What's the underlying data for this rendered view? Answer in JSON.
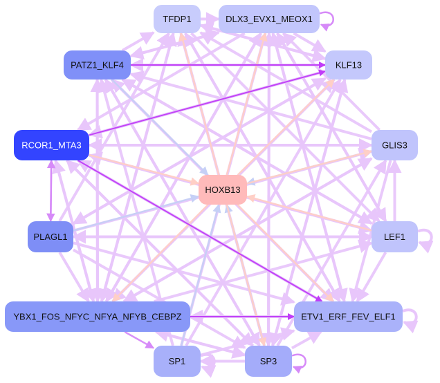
{
  "colors": {
    "light": "#e8c6fb",
    "mid": "#d68af8",
    "dark": "#c03cf8",
    "peach": "#ffcfc6",
    "blue": "#c6d0f6"
  },
  "nodes": [
    {
      "id": "TFDP1",
      "label": "TFDP1",
      "fill": "#c8ccfc"
    },
    {
      "id": "DLX3",
      "label": "DLX3_EVX1_MEOX1",
      "fill": "#c2c6fc"
    },
    {
      "id": "PATZ1",
      "label": "PATZ1_KLF4",
      "fill": "#8090f8"
    },
    {
      "id": "KLF13",
      "label": "KLF13",
      "fill": "#c4c8fc"
    },
    {
      "id": "RCOR1",
      "label": "RCOR1_MTA3",
      "fill": "#3344ff"
    },
    {
      "id": "GLIS3",
      "label": "GLIS3",
      "fill": "#c0c4fc"
    },
    {
      "id": "HOXB13",
      "label": "HOXB13",
      "fill": "#ffbaba"
    },
    {
      "id": "PLAGL1",
      "label": "PLAGL1",
      "fill": "#7e8ef6"
    },
    {
      "id": "LEF1",
      "label": "LEF1",
      "fill": "#c0c4fc"
    },
    {
      "id": "YBX1",
      "label": "YBX1_FOS_NFYC_NFYA_NFYB_CEBPZ",
      "fill": "#8898f8"
    },
    {
      "id": "ETV1",
      "label": "ETV1_ERF_FEV_ELF1",
      "fill": "#aab2fa"
    },
    {
      "id": "SP1",
      "label": "SP1",
      "fill": "#a8b0fa"
    },
    {
      "id": "SP3",
      "label": "SP3",
      "fill": "#a4acfa"
    }
  ],
  "edges": [
    [
      "PATZ1",
      "KLF13",
      "dark"
    ],
    [
      "RCOR1",
      "KLF13",
      "dark"
    ],
    [
      "RCOR1",
      "ETV1",
      "dark"
    ],
    [
      "YBX1",
      "ETV1",
      "dark"
    ],
    [
      "RCOR1",
      "PLAGL1",
      "mid"
    ],
    [
      "PLAGL1",
      "RCOR1",
      "mid"
    ],
    [
      "PATZ1",
      "TFDP1",
      "light"
    ],
    [
      "PATZ1",
      "DLX3",
      "light"
    ],
    [
      "RCOR1",
      "HOXB13",
      "peach"
    ],
    [
      "PLAGL1",
      "HOXB13",
      "blue"
    ],
    [
      "HOXB13",
      "TFDP1",
      "peach"
    ],
    [
      "HOXB13",
      "KLF13",
      "peach"
    ],
    [
      "HOXB13",
      "GLIS3",
      "peach"
    ],
    [
      "LEF1",
      "HOXB13",
      "peach"
    ],
    [
      "HOXB13",
      "ETV1",
      "peach"
    ],
    [
      "HOXB13",
      "YBX1",
      "peach"
    ],
    [
      "SP3",
      "HOXB13",
      "blue"
    ],
    [
      "SP1",
      "HOXB13",
      "blue"
    ],
    [
      "GLIS3",
      "HOXB13",
      "blue"
    ],
    [
      "PATZ1",
      "HOXB13",
      "blue"
    ],
    [
      "HOXB13",
      "DLX3",
      "peach"
    ],
    [
      "HOXB13",
      "SP3",
      "peach"
    ],
    [
      "YBX1",
      "TFDP1",
      "light"
    ],
    [
      "YBX1",
      "DLX3",
      "light"
    ],
    [
      "YBX1",
      "KLF13",
      "light"
    ],
    [
      "YBX1",
      "GLIS3",
      "light"
    ],
    [
      "YBX1",
      "LEF1",
      "light"
    ],
    [
      "YBX1",
      "PATZ1",
      "light"
    ],
    [
      "YBX1",
      "RCOR1",
      "light"
    ],
    [
      "YBX1",
      "SP1",
      "mid"
    ],
    [
      "YBX1",
      "SP3",
      "light"
    ],
    [
      "SP3",
      "YBX1",
      "light"
    ],
    [
      "SP3",
      "ETV1",
      "light"
    ],
    [
      "SP3",
      "SP1",
      "light"
    ],
    [
      "SP3",
      "DLX3",
      "light"
    ],
    [
      "SP3",
      "KLF13",
      "light"
    ],
    [
      "SP3",
      "PATZ1",
      "light"
    ],
    [
      "SP3",
      "RCOR1",
      "light"
    ],
    [
      "SP3",
      "TFDP1",
      "light"
    ],
    [
      "SP3",
      "GLIS3",
      "light"
    ],
    [
      "SP1",
      "DLX3",
      "light"
    ],
    [
      "SP1",
      "KLF13",
      "light"
    ],
    [
      "SP1",
      "PATZ1",
      "light"
    ],
    [
      "SP1",
      "ETV1",
      "light"
    ],
    [
      "ETV1",
      "YBX1",
      "light"
    ],
    [
      "ETV1",
      "PATZ1",
      "light"
    ],
    [
      "ETV1",
      "DLX3",
      "light"
    ],
    [
      "ETV1",
      "TFDP1",
      "light"
    ],
    [
      "ETV1",
      "RCOR1",
      "light"
    ],
    [
      "LEF1",
      "ETV1",
      "light"
    ],
    [
      "LEF1",
      "GLIS3",
      "light"
    ],
    [
      "LEF1",
      "PATZ1",
      "light"
    ],
    [
      "LEF1",
      "DLX3",
      "light"
    ],
    [
      "LEF1",
      "RCOR1",
      "light"
    ],
    [
      "LEF1",
      "PLAGL1",
      "light"
    ],
    [
      "GLIS3",
      "RCOR1",
      "light"
    ],
    [
      "GLIS3",
      "PATZ1",
      "light"
    ],
    [
      "GLIS3",
      "DLX3",
      "light"
    ],
    [
      "GLIS3",
      "TFDP1",
      "light"
    ],
    [
      "GLIS3",
      "ETV1",
      "light"
    ],
    [
      "GLIS3",
      "YBX1",
      "light"
    ],
    [
      "KLF13",
      "TFDP1",
      "light"
    ],
    [
      "KLF13",
      "PATZ1",
      "light"
    ],
    [
      "KLF13",
      "RCOR1",
      "light"
    ],
    [
      "KLF13",
      "PLAGL1",
      "light"
    ],
    [
      "KLF13",
      "YBX1",
      "light"
    ],
    [
      "KLF13",
      "SP3",
      "light"
    ],
    [
      "DLX3",
      "KLF13",
      "light"
    ],
    [
      "DLX3",
      "PATZ1",
      "light"
    ],
    [
      "DLX3",
      "RCOR1",
      "light"
    ],
    [
      "DLX3",
      "ETV1",
      "light"
    ],
    [
      "DLX3",
      "YBX1",
      "light"
    ],
    [
      "DLX3",
      "SP3",
      "light"
    ],
    [
      "DLX3",
      "LEF1",
      "light"
    ],
    [
      "TFDP1",
      "DLX3",
      "light"
    ],
    [
      "TFDP1",
      "KLF13",
      "light"
    ],
    [
      "TFDP1",
      "YBX1",
      "light"
    ],
    [
      "TFDP1",
      "ETV1",
      "light"
    ],
    [
      "TFDP1",
      "LEF1",
      "light"
    ],
    [
      "PLAGL1",
      "TFDP1",
      "light"
    ],
    [
      "PLAGL1",
      "KLF13",
      "light"
    ],
    [
      "PLAGL1",
      "LEF1",
      "light"
    ],
    [
      "PLAGL1",
      "ETV1",
      "light"
    ],
    [
      "PLAGL1",
      "YBX1",
      "light"
    ],
    [
      "PLAGL1",
      "SP3",
      "light"
    ],
    [
      "PLAGL1",
      "GLIS3",
      "light"
    ],
    [
      "PATZ1",
      "ETV1",
      "light"
    ],
    [
      "PATZ1",
      "SP3",
      "light"
    ],
    [
      "PATZ1",
      "LEF1",
      "light"
    ],
    [
      "PATZ1",
      "YBX1",
      "light"
    ],
    [
      "RCOR1",
      "GLIS3",
      "light"
    ],
    [
      "RCOR1",
      "LEF1",
      "light"
    ],
    [
      "RCOR1",
      "SP3",
      "light"
    ],
    [
      "RCOR1",
      "YBX1",
      "light"
    ],
    [
      "DLX3",
      "DLX3",
      "mid"
    ],
    [
      "LEF1",
      "LEF1",
      "light"
    ],
    [
      "ETV1",
      "ETV1",
      "light"
    ],
    [
      "SP3",
      "SP3",
      "mid"
    ],
    [
      "SP1",
      "SP1",
      "light"
    ]
  ]
}
